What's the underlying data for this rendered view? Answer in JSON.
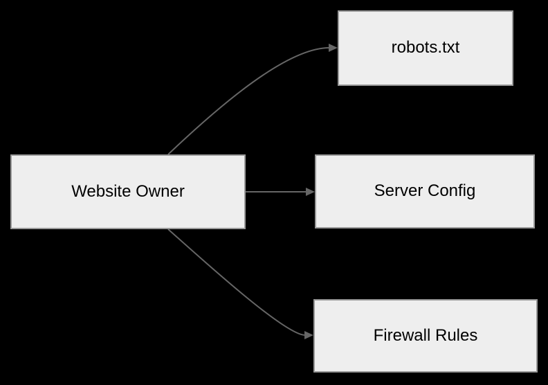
{
  "diagram": {
    "colors": {
      "background": "#000000",
      "node_fill": "#eeeeee",
      "node_border": "#999999",
      "arrow": "#666666",
      "text": "#000000"
    },
    "nodes": {
      "owner": {
        "label": "Website Owner"
      },
      "robots": {
        "label": "robots.txt"
      },
      "server_config": {
        "label": "Server Config"
      },
      "firewall": {
        "label": "Firewall Rules"
      }
    },
    "edges": [
      {
        "from": "Website Owner",
        "to": "robots.txt"
      },
      {
        "from": "Website Owner",
        "to": "Server Config"
      },
      {
        "from": "Website Owner",
        "to": "Firewall Rules"
      }
    ]
  }
}
